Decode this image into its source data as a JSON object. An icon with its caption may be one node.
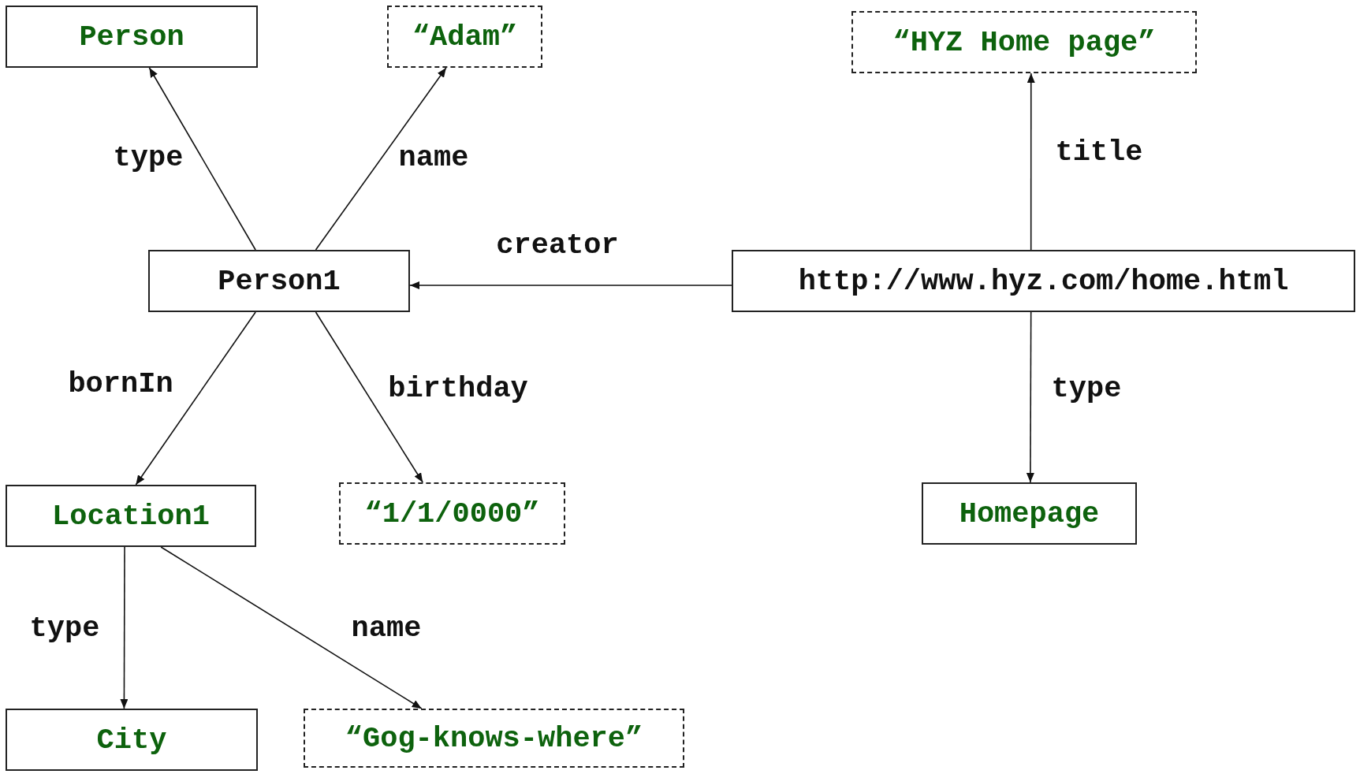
{
  "diagram": {
    "nodes": [
      {
        "text": [
          "Person"
        ]
      },
      {
        "text": [
          "“Adam”"
        ]
      },
      {
        "text": [
          "“HYZ Home page”"
        ]
      },
      {
        "text": [
          "Person1"
        ]
      },
      {
        "text": [
          "http://www.hyz.com/home.html"
        ]
      },
      {
        "text": [
          "Location1"
        ]
      },
      {
        "text": [
          "“1/1/0000”"
        ]
      },
      {
        "text": [
          "Homepage"
        ]
      },
      {
        "text": [
          "City"
        ]
      },
      {
        "text": [
          "“Gog-knows-where”"
        ]
      }
    ],
    "edges": [
      {
        "from": 3,
        "to": 0,
        "arrow": "to",
        "label": "type"
      },
      {
        "from": 3,
        "to": 1,
        "arrow": "to",
        "label": "name"
      },
      {
        "from": 4,
        "to": 3,
        "arrow": "to",
        "label": "creator"
      },
      {
        "from": 4,
        "to": 2,
        "arrow": "to",
        "label": "title"
      },
      {
        "from": 4,
        "to": 7,
        "arrow": "to",
        "label": "type"
      },
      {
        "from": 3,
        "to": 5,
        "arrow": "to",
        "label": "bornIn"
      },
      {
        "from": 3,
        "to": 6,
        "arrow": "to",
        "label": "birthday"
      },
      {
        "from": 5,
        "to": 8,
        "arrow": "to",
        "label": "type"
      },
      {
        "from": 5,
        "to": 9,
        "arrow": "to",
        "label": "name"
      }
    ]
  }
}
